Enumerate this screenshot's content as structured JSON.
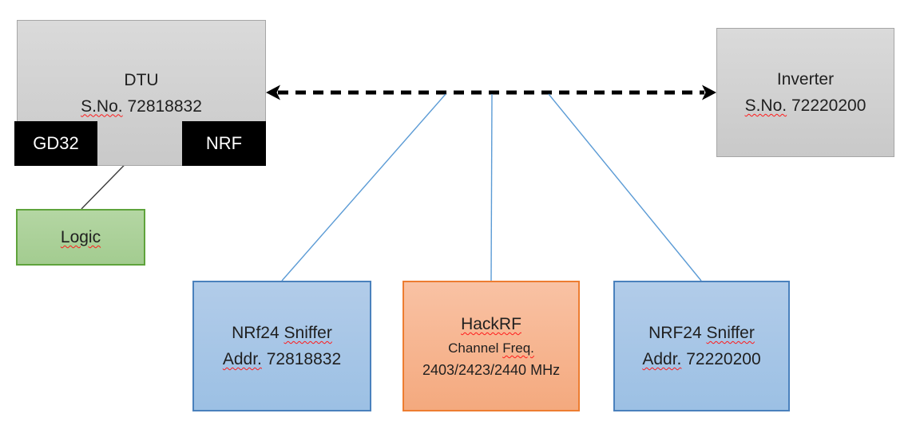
{
  "diagram": {
    "dtu": {
      "title": "DTU",
      "serial_label": "S.No.",
      "serial_number": "72818832"
    },
    "gd32_chip": {
      "label": "GD32"
    },
    "nrf_chip": {
      "label": "NRF"
    },
    "logic": {
      "label": "Logic"
    },
    "inverter": {
      "title": "Inverter",
      "serial_label": "S.No.",
      "serial_number": "72220200"
    },
    "sniffer_left": {
      "name": "NRf24",
      "name_word": "Sniffer",
      "addr_label": "Addr.",
      "addr_value": "72818832"
    },
    "hackrf": {
      "title": "HackRF",
      "subtitle_word": "Channel",
      "subtitle_misspelled": "Freq.",
      "frequencies": "2403/2423/2440 MHz"
    },
    "sniffer_right": {
      "name": "NRF24",
      "name_word": "Sniffer",
      "addr_label": "Addr.",
      "addr_value": "72220200"
    }
  },
  "colors": {
    "gray_fill": "#d0d0d0",
    "gray_border": "#a6a6a6",
    "black_chip": "#000000",
    "blue_fill": "#a7c6e7",
    "blue_border": "#4a81bd",
    "orange_fill": "#f6b291",
    "orange_border": "#ed7d31",
    "green_fill": "#abd199",
    "green_border": "#5fa33c",
    "connector_blue": "#5b9bd5",
    "arrow_black": "#000000",
    "squiggle_red": "#ff1a1a"
  }
}
